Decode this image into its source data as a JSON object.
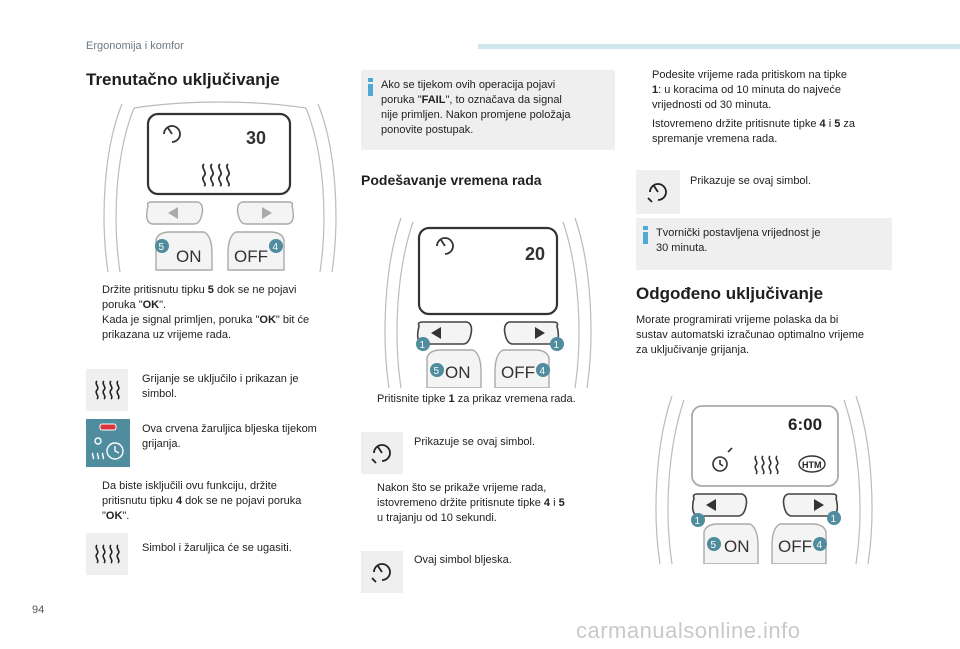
{
  "header": {
    "section": "Ergonomija i komfor"
  },
  "footer": {
    "page_number": "94",
    "watermark": "carmanualsonline.info"
  },
  "col1": {
    "title": "Trenutačno uključivanje",
    "remote_image": {
      "display_value": "30",
      "btn_on": "ON",
      "btn_off": "OFF",
      "badge_left": "5",
      "badge_right": "4"
    },
    "bullet1": {
      "mark": "",
      "line1a": "Držite pritisnutu tipku ",
      "line1b": "5",
      "line1c": " dok se ne pojavi",
      "line2a": "poruka \"",
      "line2b": "OK",
      "line2c": "\".",
      "line3a": "Kada je signal primljen, poruka \"",
      "line3b": "OK",
      "line3c": "\" bit će",
      "line4": "prikazana uz vrijeme rada."
    },
    "sym1_text1": "Grijanje se uključilo i prikazan je",
    "sym1_text2": "simbol.",
    "sym2_text1": "Ova crvena žaruljica bljeska tijekom",
    "sym2_text2": "grijanja.",
    "bullet2": {
      "mark": "",
      "line1": "Da biste isključili ovu funkciju, držite",
      "line2a": "pritisnutu tipku ",
      "line2b": "4",
      "line2c": " dok se ne pojavi poruka",
      "line3a": "\"",
      "line3b": "OK",
      "line3c": "\"."
    },
    "sym3_text": "Simbol i žaruljica će se ugasiti."
  },
  "col2": {
    "infobox_l1": "Ako se tijekom ovih operacija pojavi",
    "infobox_l2a": "poruka \"",
    "infobox_l2b": "FAIL",
    "infobox_l2c": "\", to označava da signal",
    "infobox_l3": "nije primljen. Nakon promjene položaja",
    "infobox_l4": "ponovite postupak.",
    "title": "Podešavanje vremena rada",
    "remote_image": {
      "display_value": "20",
      "btn_on": "ON",
      "btn_off": "OFF",
      "badge1": "1",
      "badge5": "5",
      "badge4": "4"
    },
    "bullet1": {
      "mark": "",
      "a": "Pritisnite tipke ",
      "b": "1",
      "c": " za prikaz vremena rada."
    },
    "sym1_text": "Prikazuje se ovaj simbol.",
    "bullet2": {
      "mark": "",
      "line1": "Nakon što se prikaže vrijeme rada,",
      "line2a": "istovremeno držite pritisnute tipke ",
      "line2b": "4",
      "line2c": " i ",
      "line2d": "5",
      "line3": "u trajanju od 10 sekundi."
    },
    "sym2_text": "Ovaj simbol bljeska."
  },
  "col3": {
    "bullet1": {
      "mark": "",
      "line1": "Podesite vrijeme rada pritiskom na tipke",
      "line2a": "1",
      "line2b": ": u koracima od 10 minuta do najveće",
      "line3": "vrijednosti od 30 minuta."
    },
    "bullet2": {
      "mark": "",
      "line1a": "Istovremeno držite pritisnute tipke ",
      "line1b": "4",
      "line1c": " i ",
      "line1d": "5",
      "line1e": " za",
      "line2": "spremanje vremena rada."
    },
    "sym_text": "Prikazuje se ovaj simbol.",
    "infobox_l1": "Tvornički postavljena vrijednost je",
    "infobox_l2": "30 minuta.",
    "title": "Odgođeno uključivanje",
    "para_l1": "Morate programirati vrijeme polaska da bi",
    "para_l2": "sustav automatski izračunao optimalno vrijeme",
    "para_l3": "za uključivanje grijanja.",
    "remote_image": {
      "display_value": "6:00",
      "htm": "HTM",
      "btn_on": "ON",
      "btn_off": "OFF",
      "badge1": "1",
      "badge5": "5",
      "badge4": "4"
    }
  },
  "colors": {
    "accent": "#4fa8d6",
    "badge": "#4e8c9e",
    "box_grey": "#efefef",
    "red": "#d8343a"
  }
}
